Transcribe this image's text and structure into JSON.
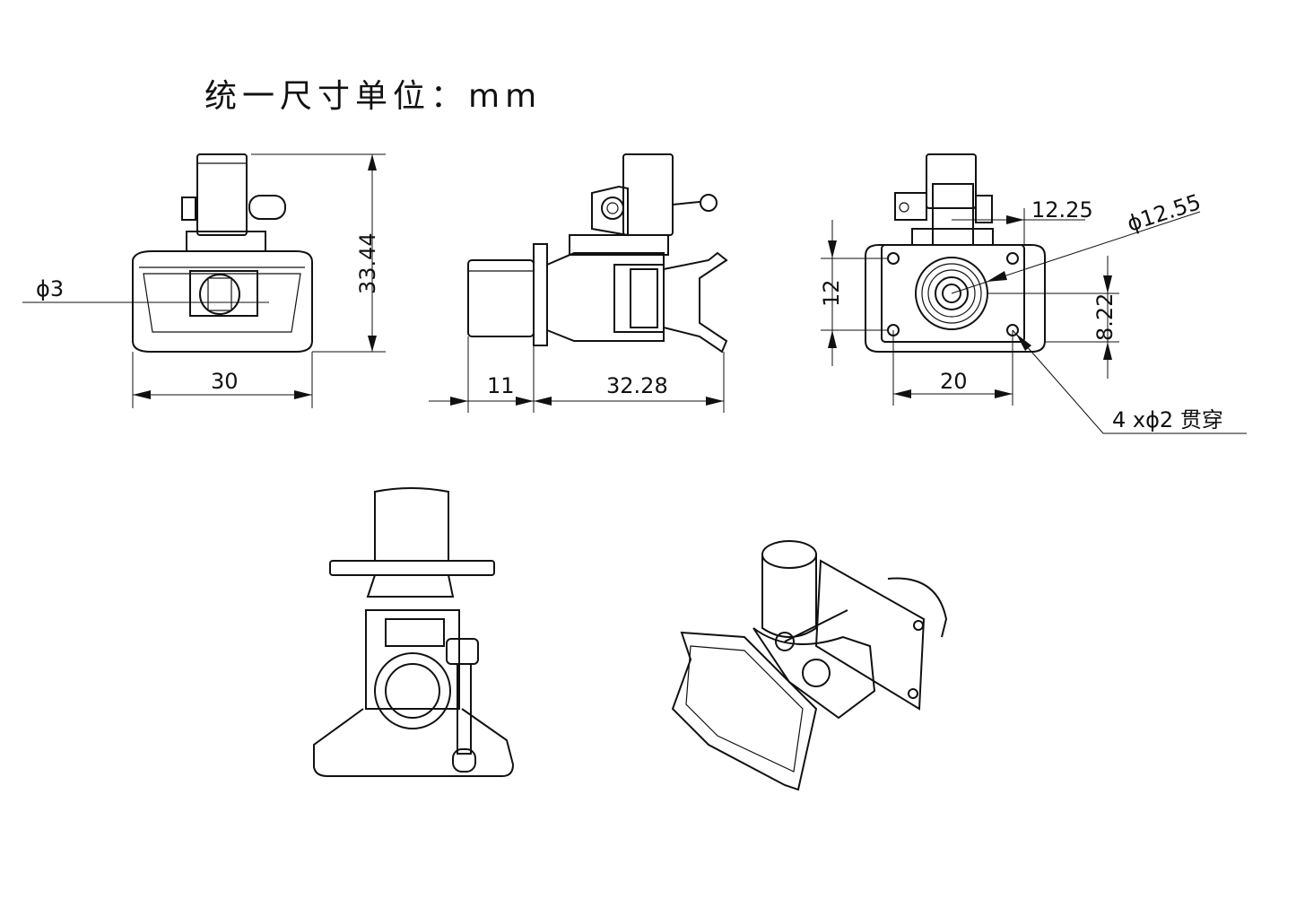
{
  "title": "统一尺寸单位：mm",
  "front_view": {
    "diameter_label": "ϕ3",
    "height_label": "33.44",
    "width_label": "30"
  },
  "side_view": {
    "front_length_label": "11",
    "body_length_label": "32.28"
  },
  "rear_view": {
    "offset_label": "12.25",
    "bore_label": "ϕ12.55",
    "hole_spacing_v_label": "12",
    "center_offset_label": "8.22",
    "hole_spacing_h_label": "20",
    "holes_label": "4 xϕ2  贯穿"
  }
}
